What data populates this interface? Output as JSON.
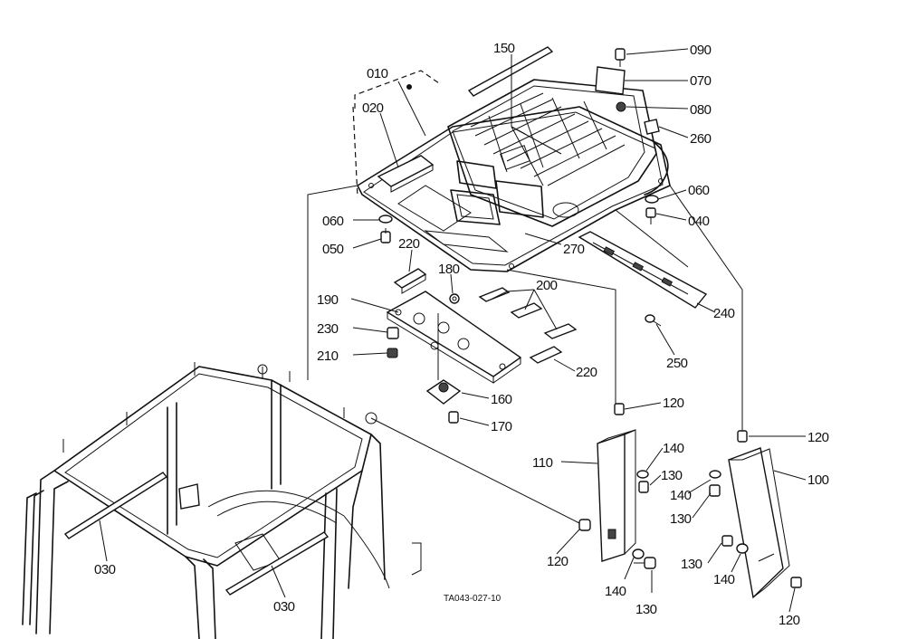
{
  "labels": {
    "l010": "010",
    "l020": "020",
    "l150": "150",
    "l090": "090",
    "l070": "070",
    "l080": "080",
    "l260": "260",
    "l060a": "060",
    "l040": "040",
    "l060b": "060",
    "l050": "050",
    "l220a": "220",
    "l180": "180",
    "l200": "200",
    "l190": "190",
    "l230": "230",
    "l210": "210",
    "l220b": "220",
    "l270": "270",
    "l240": "240",
    "l250": "250",
    "l160": "160",
    "l170": "170",
    "l120a": "120",
    "l120b": "120",
    "l110": "110",
    "l140a": "140",
    "l130a": "130",
    "l100": "100",
    "l140b": "140",
    "l130b": "130",
    "l120c": "120",
    "l130c": "130",
    "l140c": "140",
    "l140d": "140",
    "l130d": "130",
    "l120d": "120",
    "l030a": "030",
    "l030b": "030"
  },
  "reference_code": "TA043-027-10"
}
